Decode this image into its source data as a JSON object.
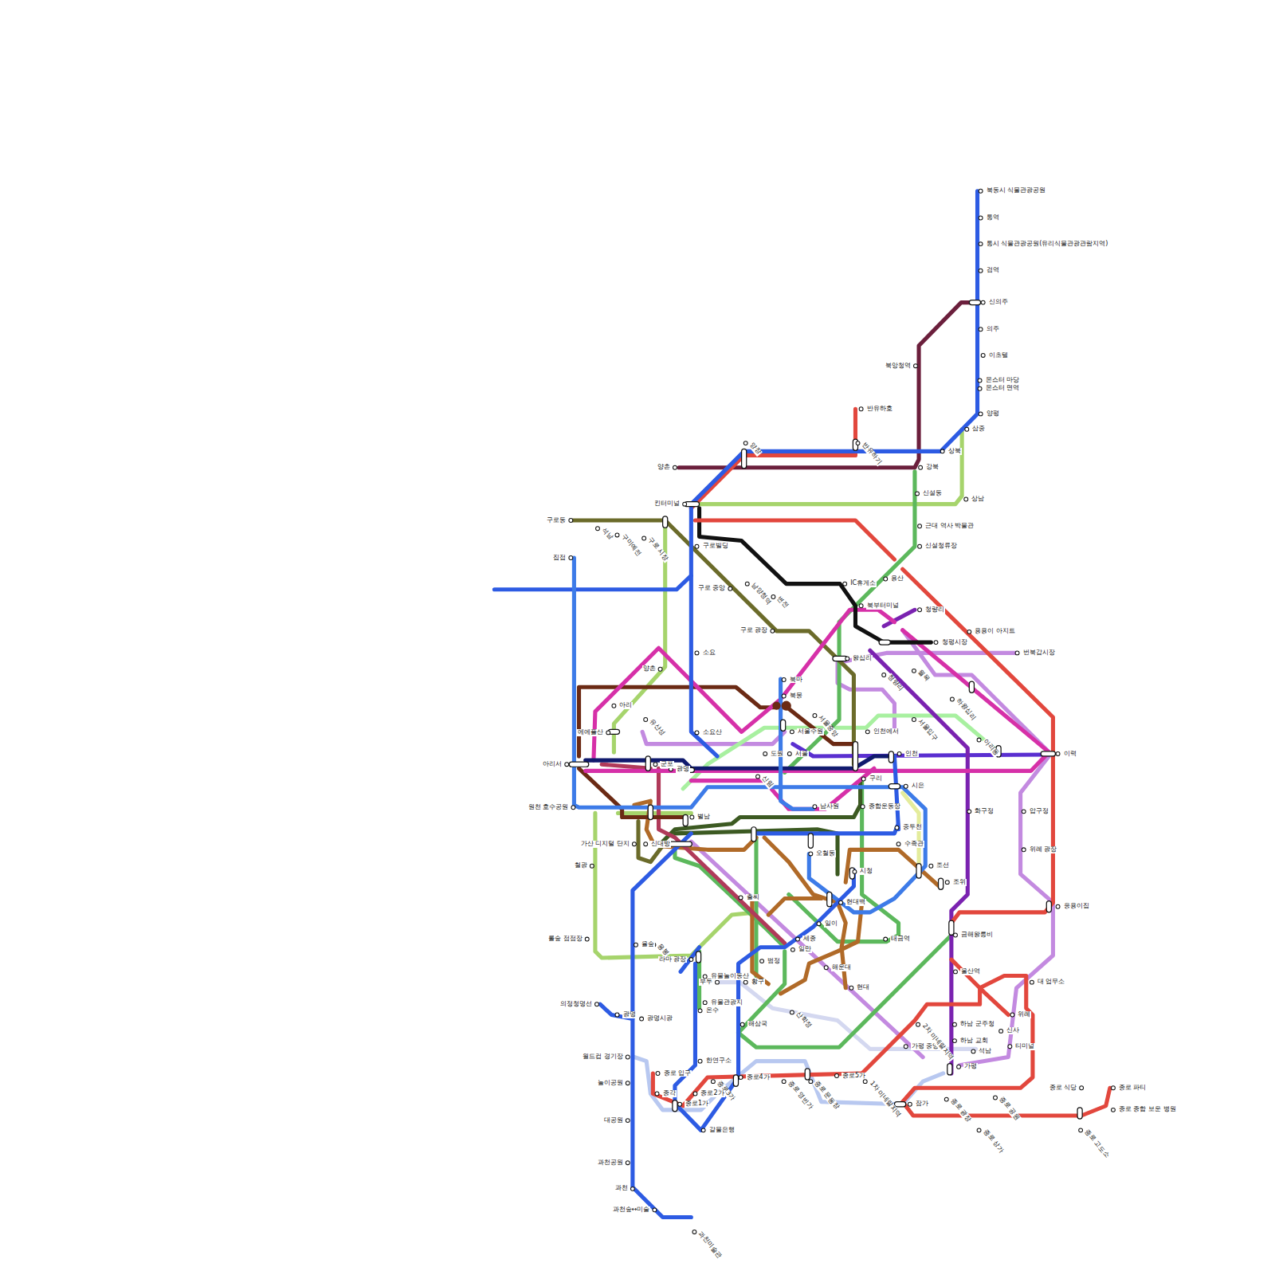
{
  "diagram": {
    "labels": [
      "북동시 식물관광공원",
      "통역",
      "통시 식물관광공원(유리식물관광관람지역)",
      "검역",
      "신의주",
      "의주",
      "이초텔",
      "몬스터 마당",
      "몬스터 면역",
      "양평",
      "북앙청역",
      "반유하호",
      "반유하기",
      "삼중",
      "양촌",
      "강북",
      "상북",
      "양장",
      "킨터미널",
      "신설동",
      "상남",
      "구로동",
      "석남",
      "구미예전",
      "구로 시장",
      "구로빌딩",
      "근대 역사 박물관",
      "신설청류장",
      "집접",
      "남양청역",
      "IC휴게소",
      "용산",
      "구로 중앙",
      "변전",
      "북부터미널",
      "청량리",
      "구로 광장",
      "청평시장",
      "용용이 아지트",
      "번북갑시장",
      "소요",
      "왕십리",
      "양촌",
      "월목",
      "청량리",
      "북마",
      "북몽",
      "하왕십리",
      "아리",
      "서울중앙",
      "유산성",
      "서울입구",
      "에에플산",
      "소요산",
      "서울수원",
      "인천에서",
      "아리동",
      "서울",
      "도원",
      "인천",
      "이력",
      "아리서",
      "광명",
      "군포",
      "신림",
      "구리",
      "시은",
      "화구정",
      "압구정",
      "원천 호수공원",
      "남사원",
      "종합운동장",
      "별남",
      "가산 디지털 단지",
      "신대방",
      "중두천",
      "위례 광장",
      "수족관",
      "오철동",
      "조선",
      "시청",
      "조위",
      "철광",
      "현대백",
      "응용이집",
      "출씨",
      "일이",
      "세종",
      "태금역",
      "롤숲 점점장",
      "율숲",
      "용봉",
      "일만",
      "금해왕릉비",
      "라마 광장",
      "범정",
      "울산역",
      "유물놀이동산",
      "부두",
      "황구",
      "대 업무소",
      "현대",
      "해운대",
      "유물관광지",
      "온수",
      "위례",
      "의정청명선",
      "광명",
      "광명시광",
      "산학정",
      "해삼국",
      "하남 군주청",
      "신사",
      "하남 교회",
      "가평 중앙",
      "티미널",
      "월드컵 경기장",
      "석남",
      "한연구소",
      "가평",
      "종로 입구",
      "종로4가",
      "종로 영빈가",
      "종로 문동장",
      "종로5가",
      "1차 미네랄지역",
      "2차 미네랄지역",
      "놀이공원",
      "종로3가",
      "종로2가",
      "종각",
      "종로1가",
      "잠가",
      "종로 광장",
      "종로 공원",
      "종로 식당",
      "종로 파티",
      "종로 종합 보운 병원",
      "종로 상가",
      "종로 고도소",
      "대공원",
      "갈물은행",
      "과천공원",
      "과천",
      "과천숲↔미술",
      "과천미술관"
    ]
  }
}
